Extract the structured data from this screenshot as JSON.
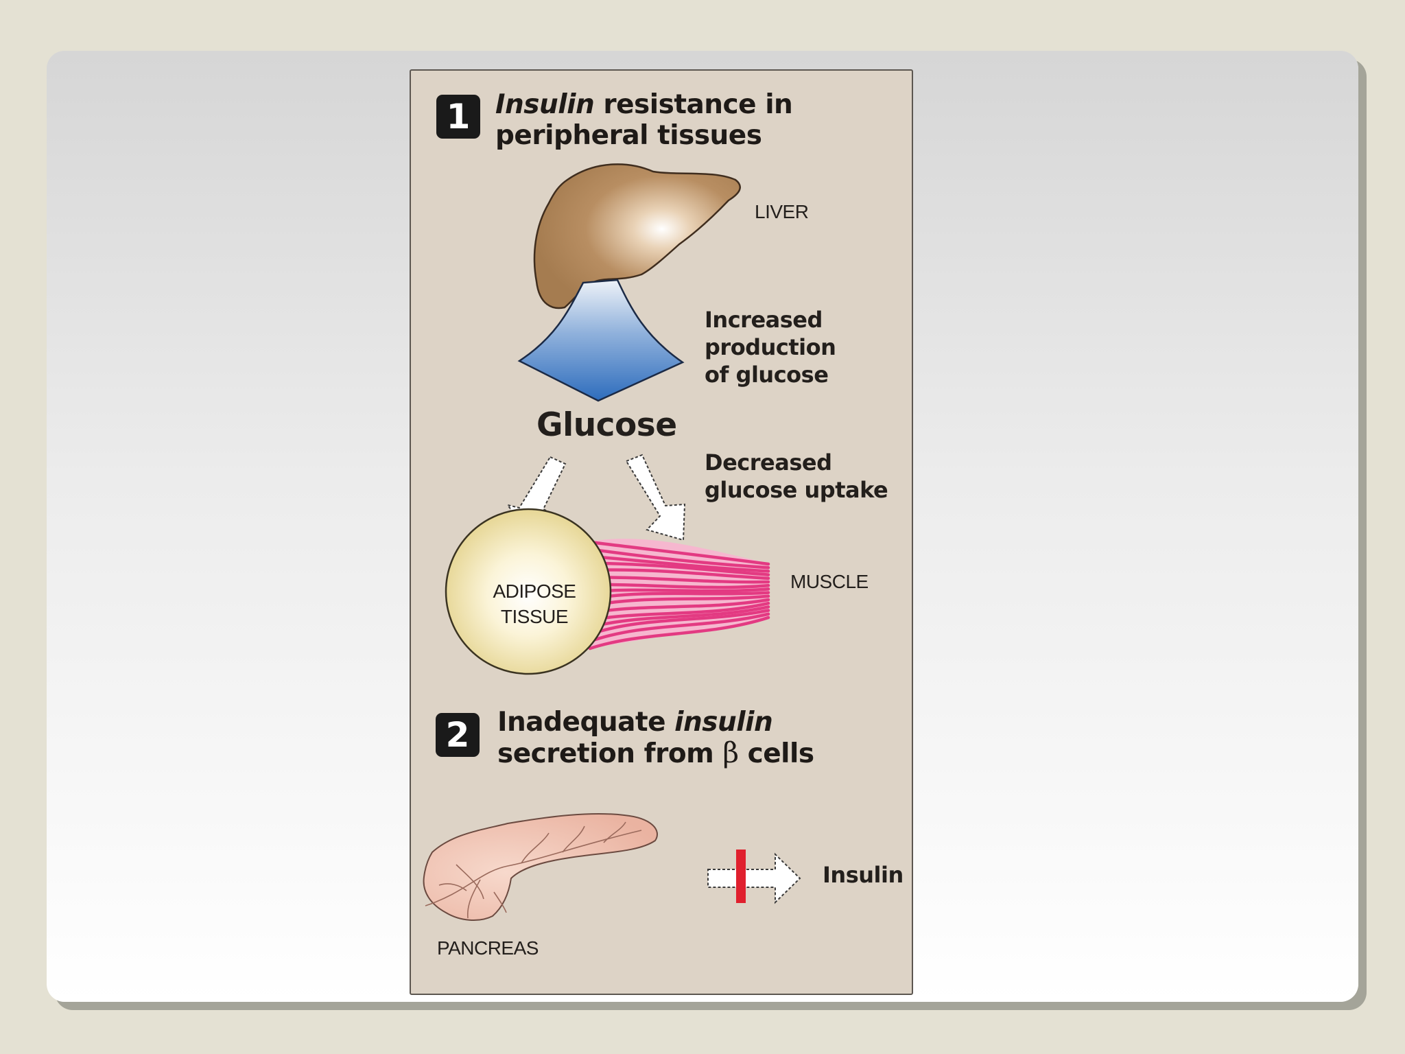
{
  "step1": {
    "number": "1",
    "heading_italic": "Insulin",
    "heading_rest": " resistance in",
    "heading_line2": "peripheral tissues"
  },
  "organs": {
    "liver": "LIVER",
    "adipose_line1": "ADIPOSE",
    "adipose_line2": "TISSUE",
    "muscle": "MUSCLE",
    "pancreas": "PANCREAS"
  },
  "arrows": {
    "production_line1": "Increased",
    "production_line2": "production",
    "production_line3": "of glucose",
    "uptake_line1": "Decreased",
    "uptake_line2": "glucose uptake"
  },
  "glucose_label": "Glucose",
  "step2": {
    "number": "2",
    "heading_part1": "Inadequate ",
    "heading_italic": "insulin",
    "heading_line2_a": "secretion from ",
    "heading_beta": "β",
    "heading_line2_b": " cells"
  },
  "insulin_label": "Insulin",
  "colors": {
    "page_background": "#e4e1d3",
    "panel_background": "#ddd3c6",
    "liver": "#b48a5c",
    "glucose_arrow": "#3a78c4",
    "adipose": "#eee0a2",
    "muscle": "#e8528e",
    "pancreas": "#f0c3b4",
    "block_bar": "#e0202e"
  }
}
